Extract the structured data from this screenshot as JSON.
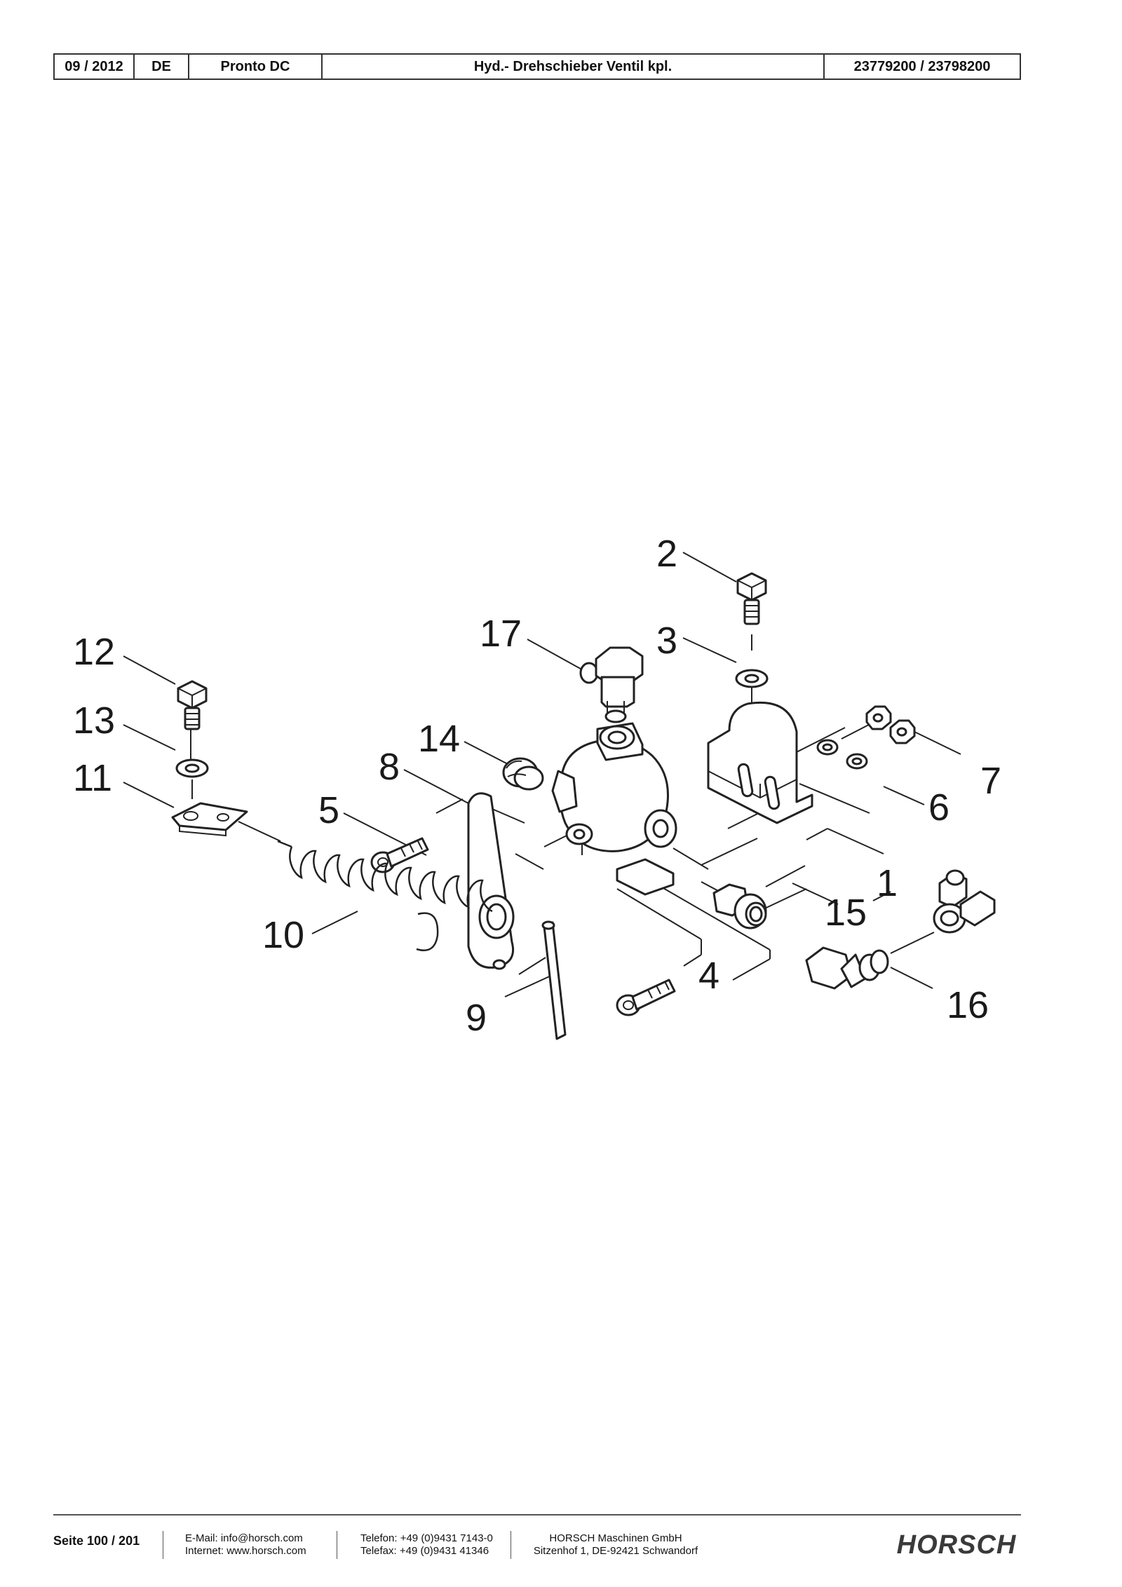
{
  "header": {
    "date": "09 / 2012",
    "language": "DE",
    "machine": "Pronto DC",
    "title": "Hyd.- Drehschieber Ventil kpl.",
    "part_numbers": "23779200 / 23798200"
  },
  "callouts": [
    "1",
    "2",
    "3",
    "4",
    "5",
    "6",
    "7",
    "8",
    "9",
    "10",
    "11",
    "12",
    "13",
    "14",
    "15",
    "16",
    "17"
  ],
  "footer": {
    "page": "Seite 100 / 201",
    "email": "E-Mail: info@horsch.com",
    "internet": "Internet: www.horsch.com",
    "phone": "Telefon: +49 (0)9431 7143-0",
    "fax": "Telefax: +49 (0)9431 41346",
    "company": "HORSCH Maschinen GmbH",
    "address": "Sitzenhof 1, DE-92421 Schwandorf",
    "logo_text": "HORSCH"
  }
}
